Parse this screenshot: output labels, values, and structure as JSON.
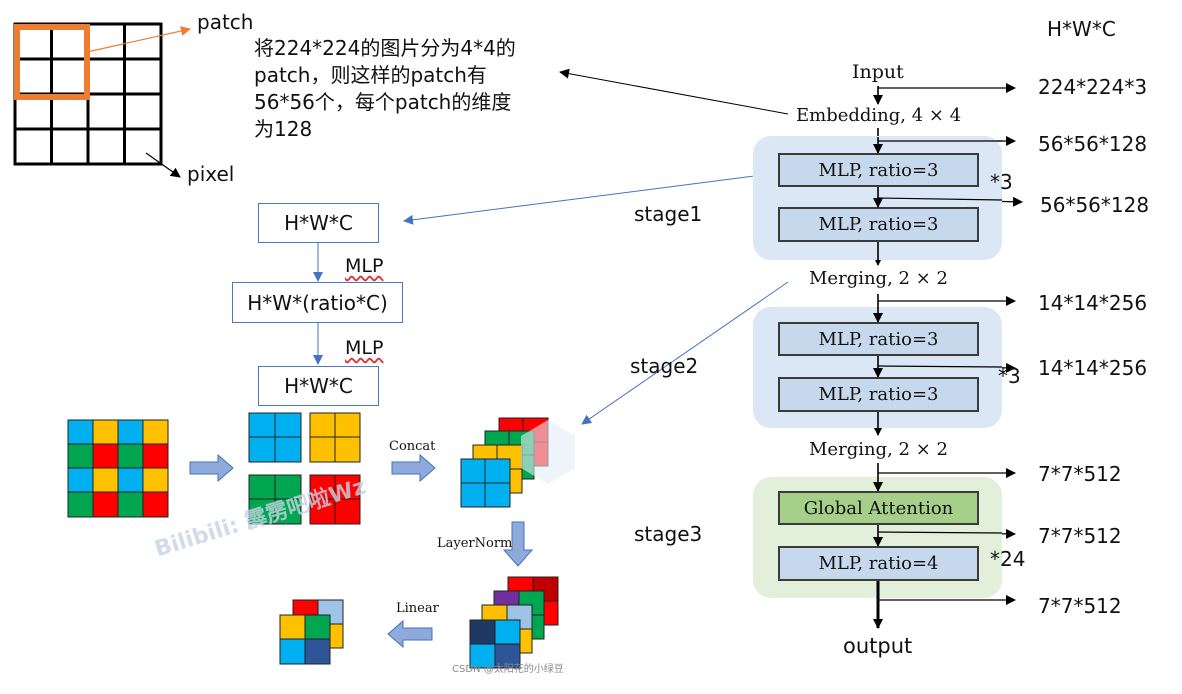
{
  "top_left": {
    "patch_label": "patch",
    "pixel_label": "pixel",
    "note_lines": [
      "将224*224的图片分为4*4的",
      "patch，则这样的patch有",
      "56*56个，每个patch的维度",
      "为128"
    ]
  },
  "right_header": "H*W*C",
  "pipeline": {
    "input_label": "Input",
    "embedding_label": "Embedding, 4 × 4",
    "merging1_label": "Merging, 2 × 2",
    "merging2_label": "Merging, 2 × 2",
    "output_label": "output",
    "stage1": {
      "label": "stage1",
      "block1": "MLP, ratio=3",
      "block2": "MLP, ratio=3",
      "repeat": "*3"
    },
    "stage2": {
      "label": "stage2",
      "block1": "MLP, ratio=3",
      "block2": "MLP, ratio=3",
      "repeat": "*3"
    },
    "stage3": {
      "label": "stage3",
      "block1": "Global Attention",
      "block2": "MLP, ratio=4",
      "repeat": "*24"
    }
  },
  "dims": [
    "224*224*3",
    "56*56*128",
    "56*56*128",
    "14*14*256",
    "14*14*256",
    "7*7*512",
    "7*7*512",
    "7*7*512"
  ],
  "mlp_flow": {
    "box1": "H*W*C",
    "mlp_label_1": "MLP",
    "box2": "H*W*(ratio*C)",
    "mlp_label_2": "MLP",
    "box3": "H*W*C"
  },
  "merging_illustration": {
    "concat_label": "Concat",
    "layernorm_label": "LayerNorm",
    "linear_label": "Linear"
  },
  "watermarks": {
    "bilibili": "Bilibili: 霹雳吧啦Wz",
    "csdn": "CSDN @太阳花的小绿豆"
  },
  "colors": {
    "stage_blue": "#dbe7f4",
    "stage_green": "#e2efda",
    "mlp_block": "#c6d9ec",
    "attention_block": "#a6cf8a",
    "patch_highlight": "#ed7d31",
    "arrow_blue": "#4472c4",
    "cell_blue": "#00b0f0",
    "cell_yellow": "#ffc000",
    "cell_green": "#00a650",
    "cell_red": "#ff0000"
  }
}
